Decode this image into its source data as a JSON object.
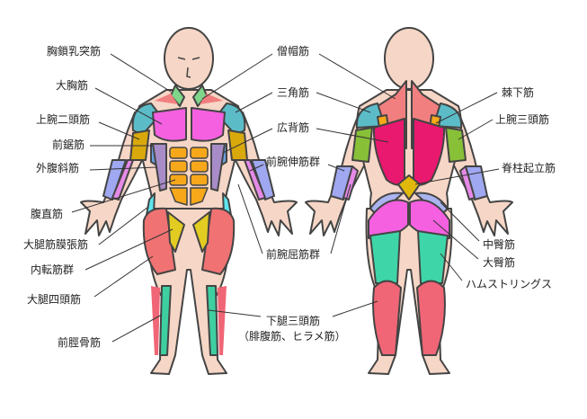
{
  "front_labels": {
    "scm": "胸鎖乳突筋",
    "pectoralis": "大胸筋",
    "biceps": "上腕二頭筋",
    "serratus": "前鋸筋",
    "oblique": "外腹斜筋",
    "rectus_abdominis": "腹直筋",
    "tfl": "大腿筋膜張筋",
    "adductors": "内転筋群",
    "quadriceps": "大腿四頭筋",
    "tibialis": "前脛骨筋"
  },
  "center_labels": {
    "trapezius": "僧帽筋",
    "deltoid": "三角筋",
    "latissimus": "広背筋",
    "forearm_extensors": "前腕伸筋群",
    "forearm_flexors": "前腕屈筋群",
    "triceps_surae": "下腿三頭筋",
    "triceps_surae_sub": "（腓腹筋、ヒラメ筋）"
  },
  "back_labels": {
    "infraspinatus": "棘下筋",
    "triceps": "上腕三頭筋",
    "erector": "脊柱起立筋",
    "gluteus_medius": "中臀筋",
    "gluteus_maximus": "大臀筋",
    "hamstrings": "ハムストリングス"
  },
  "colors": {
    "skin": "#f6d6c6",
    "outline": "#444444",
    "trapezius": "#f27f7f",
    "scm": "#7fd68a",
    "deltoid": "#5bbcc8",
    "pectoralis": "#f560e0",
    "biceps": "#d9a90c",
    "abs": "#f6a81a",
    "oblique": "#a88cc8",
    "serratus": "#6aa0e0",
    "forearm_ext": "#9fa8f0",
    "forearm_flex": "#e68ae8",
    "quad": "#f07272",
    "adductor": "#e3cc22",
    "tfl": "#5ee6f0",
    "tibialis": "#3ecfa0",
    "lat": "#e8196e",
    "triceps": "#88c038",
    "infraspinatus": "#f6a81a",
    "erector": "#e0b80c",
    "glute_med": "#aab4f0",
    "glute_max": "#f560e0",
    "hamstring": "#3ed6a8",
    "calf": "#f06676"
  }
}
